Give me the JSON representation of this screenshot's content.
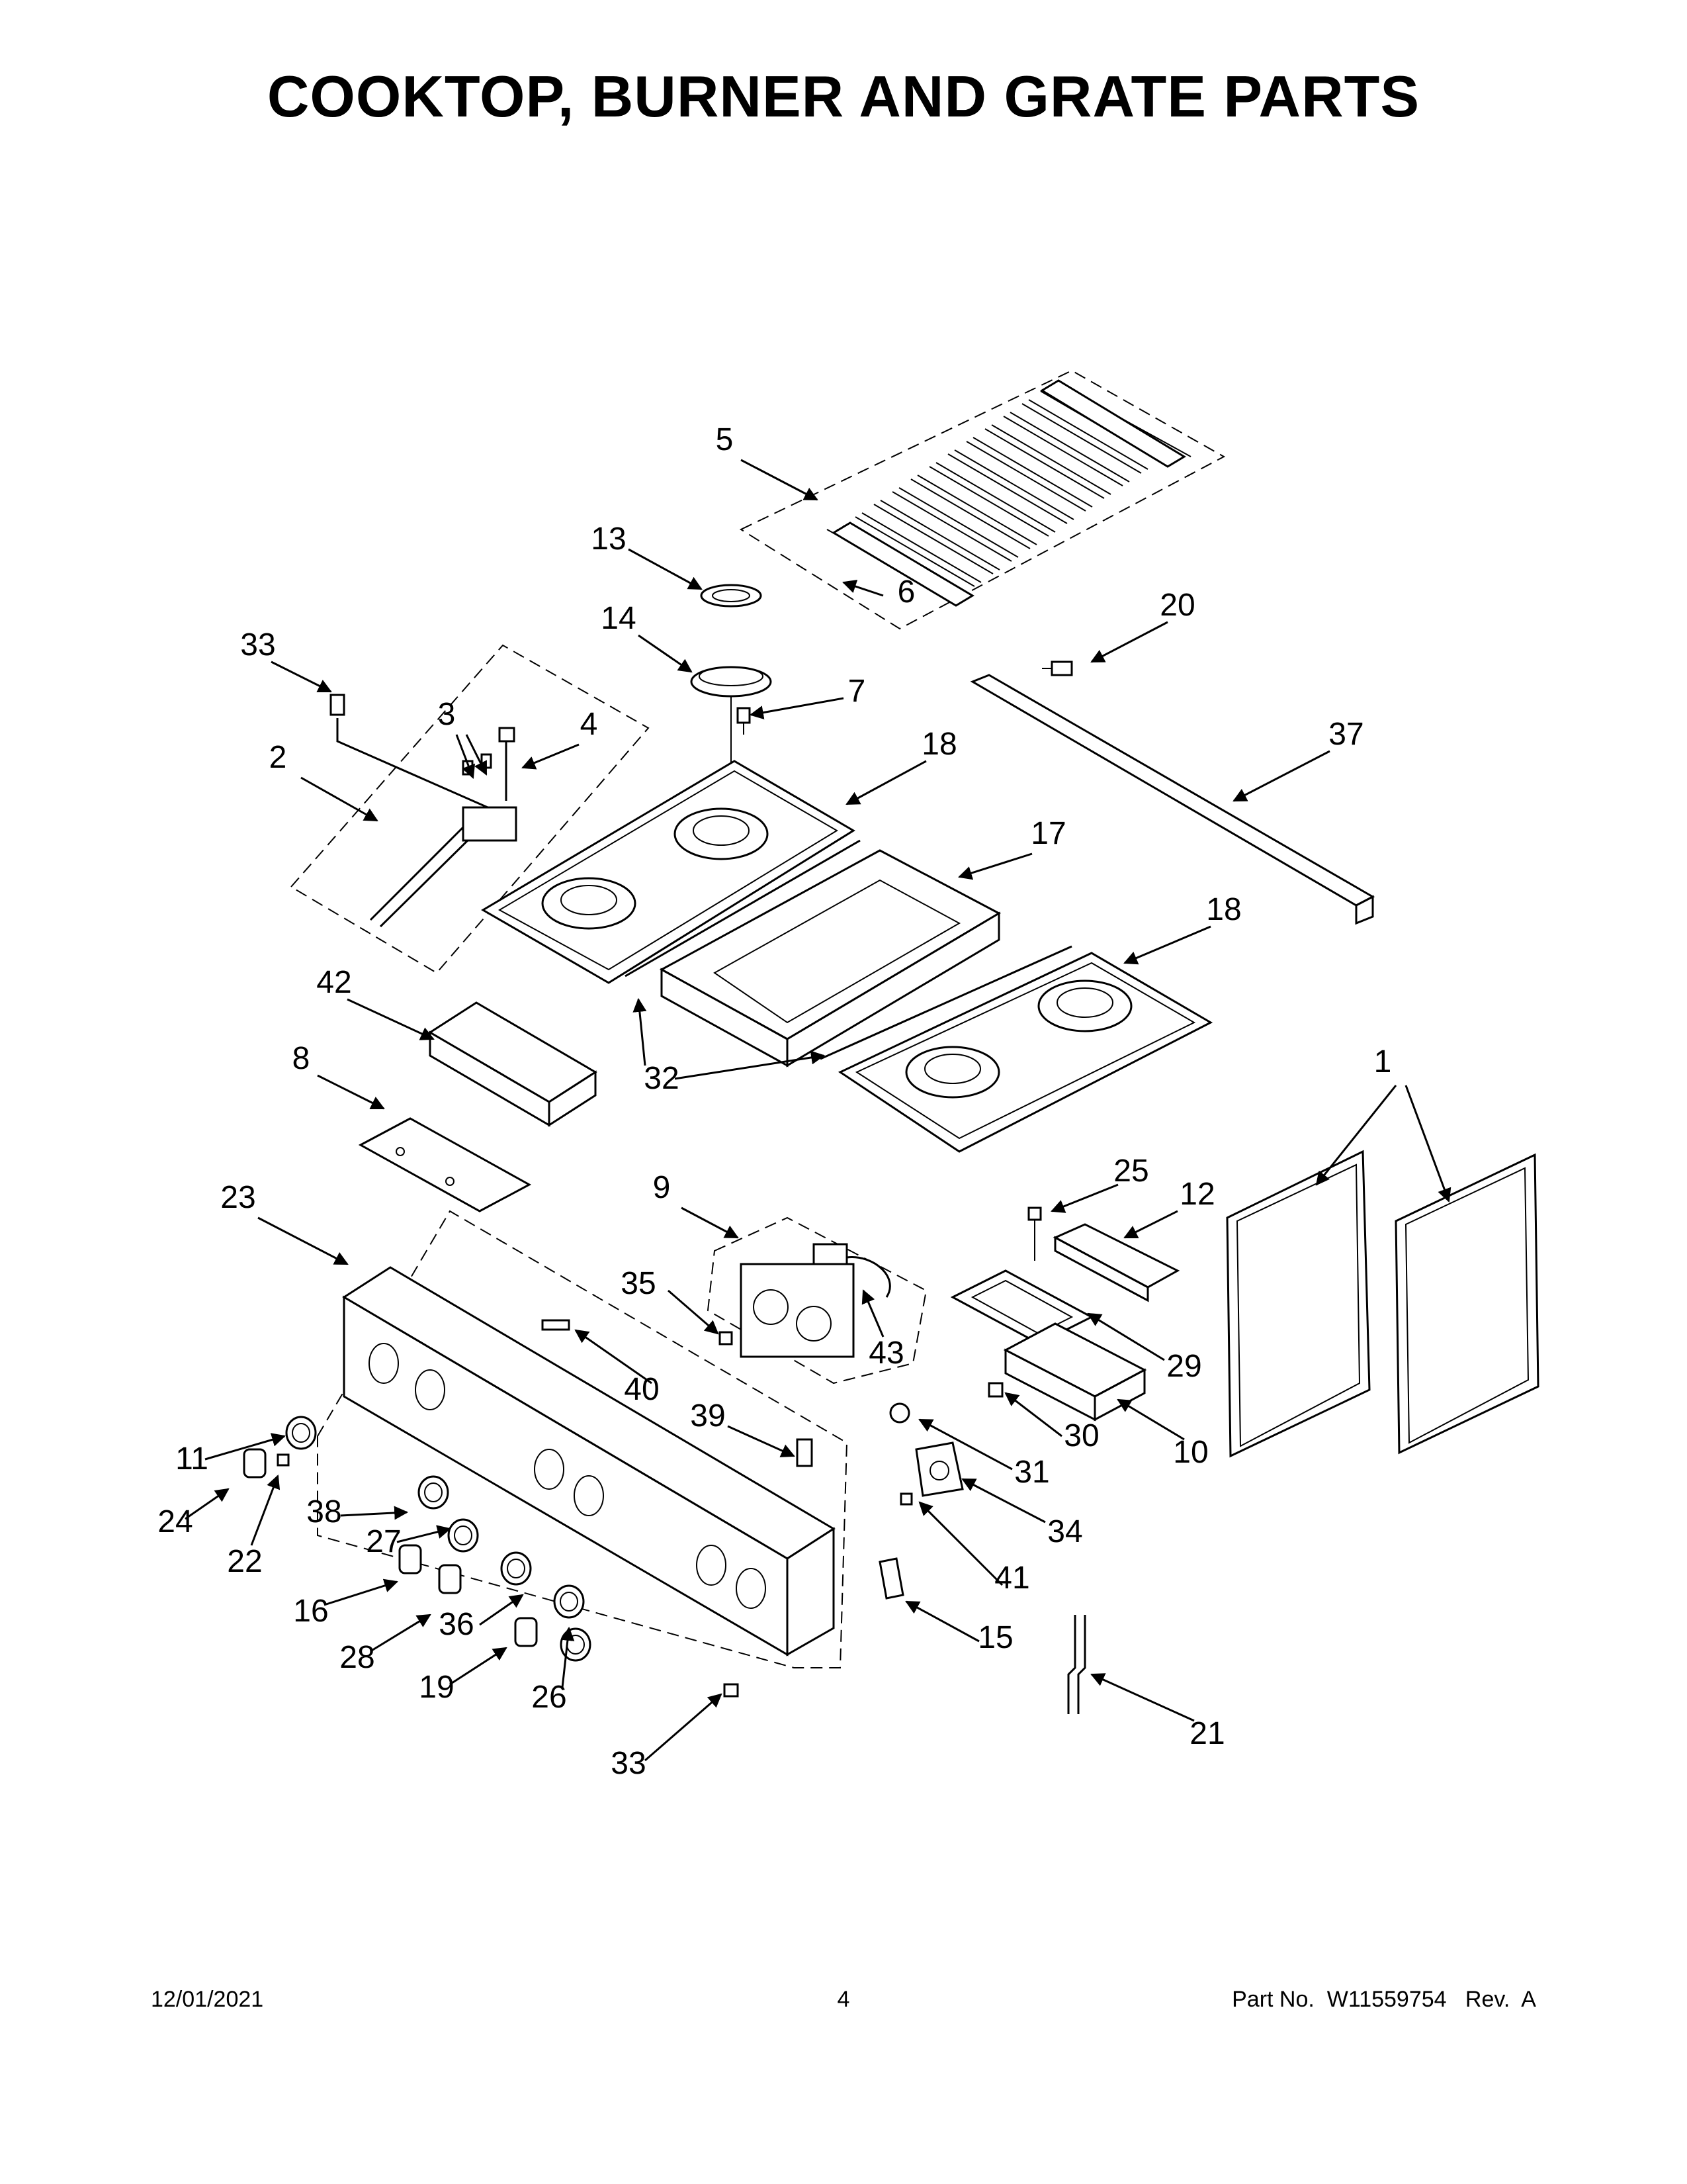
{
  "page": {
    "title": "COOKTOP, BURNER AND GRATE PARTS",
    "footer": {
      "date": "12/01/2021",
      "page_number": "4",
      "part_number": "Part No.  W11559754   Rev.  A"
    }
  },
  "callouts": [
    "1",
    "2",
    "3",
    "4",
    "5",
    "6",
    "7",
    "8",
    "9",
    "10",
    "11",
    "12",
    "13",
    "14",
    "15",
    "16",
    "17",
    "18",
    "19",
    "20",
    "21",
    "22",
    "23",
    "24",
    "25",
    "26",
    "27",
    "28",
    "29",
    "30",
    "31",
    "32",
    "33",
    "34",
    "35",
    "36",
    "37",
    "38",
    "39",
    "40",
    "41",
    "42",
    "43"
  ]
}
